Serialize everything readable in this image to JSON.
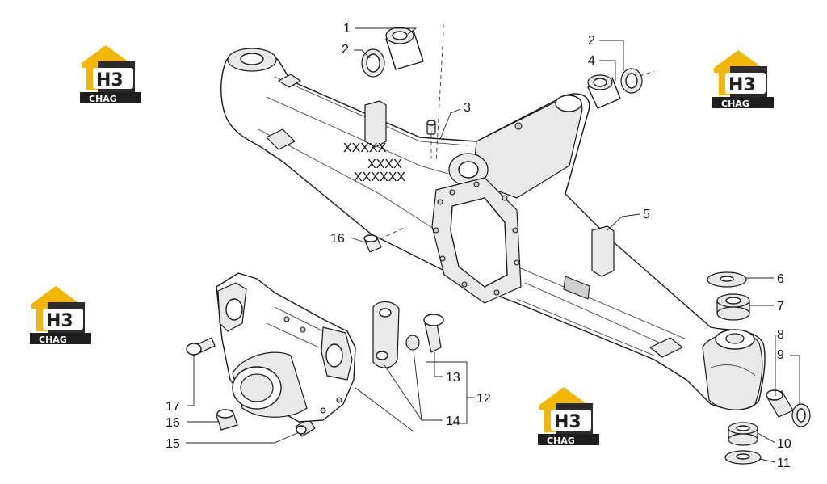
{
  "logo": {
    "mark": "H3",
    "word": "CHAG",
    "colors": {
      "roof": "#f2b705",
      "body": "#2b2b2b",
      "badge": "#1e1e1e",
      "text": "#ffffff"
    }
  },
  "housing_markings": [
    "XXXXX",
    "XXXX",
    "XXXXXX"
  ],
  "callouts": [
    "1",
    "2",
    "2",
    "3",
    "4",
    "5",
    "6",
    "7",
    "8",
    "9",
    "10",
    "11",
    "12",
    "13",
    "14",
    "15",
    "16",
    "16",
    "17"
  ]
}
